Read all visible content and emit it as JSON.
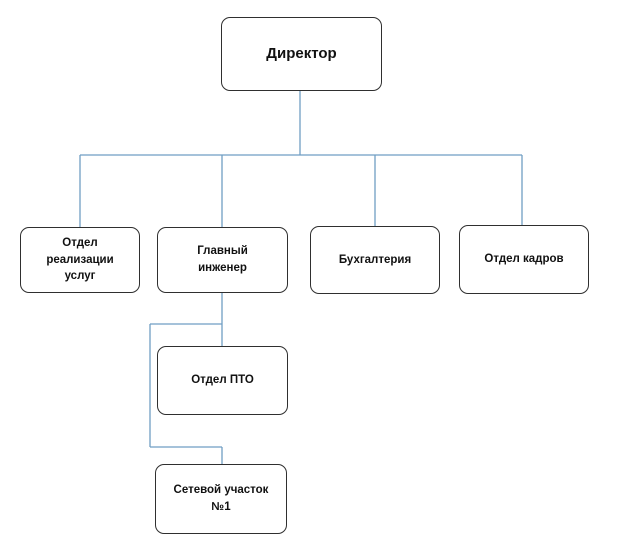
{
  "diagram": {
    "type": "org-chart",
    "colors": {
      "connector": "#6f9ec4",
      "box_border": "#2f2f2f",
      "text": "#111111",
      "background": "#ffffff"
    },
    "nodes": {
      "director": "Директор",
      "services_department": "Отдел\nреализации\nуслуг",
      "chief_engineer": "Главный\nинженер",
      "accounting": "Бухгалтерия",
      "hr_department": "Отдел кадров",
      "pto_department": "Отдел ПТО",
      "network_section": "Сетевой участок\n№1"
    },
    "edges": [
      [
        "director",
        "services_department"
      ],
      [
        "director",
        "chief_engineer"
      ],
      [
        "director",
        "accounting"
      ],
      [
        "director",
        "hr_department"
      ],
      [
        "chief_engineer",
        "pto_department"
      ],
      [
        "chief_engineer",
        "network_section"
      ]
    ]
  }
}
